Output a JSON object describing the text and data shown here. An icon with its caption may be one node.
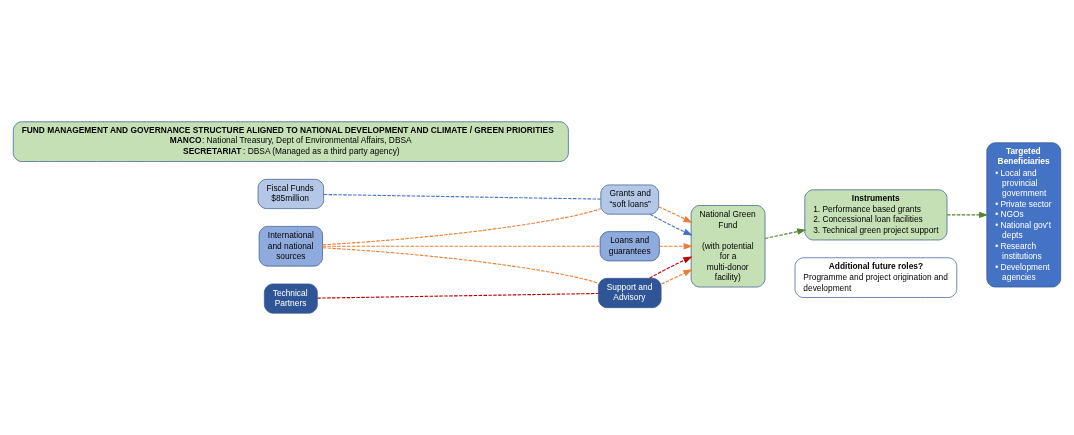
{
  "diagram": {
    "nodes": [
      {
        "text": [
          "FUND MANAGEMENT AND GOVERNANCE STRUCTURE ALIGNED TO NATIONAL DEVELOPMENT AND CLIMATE / GREEN PRIORITIES",
          "**MANCO**: National Treasury, Dept of Environmental Affairs, DBSA",
          "**SECRETARIAT**: DBSA (Managed as a third party agency)"
        ]
      },
      {
        "text": [
          "Fiscal Funds $85million"
        ]
      },
      {
        "text": [
          "Grants and “soft loans”"
        ]
      },
      {
        "text": [
          "International and national sources"
        ]
      },
      {
        "text": [
          "Loans and guarantees"
        ]
      },
      {
        "text": [
          "Technical Partners"
        ]
      },
      {
        "text": [
          "Support and Advisory"
        ]
      },
      {
        "text": [
          "National Green Fund",
          "(with potential for a multi-donor facility)"
        ]
      },
      {
        "text": [
          "Instruments",
          "1. Performance based grants",
          "2. Concessional loan facilities",
          "3. Technical green project support"
        ]
      },
      {
        "text": [
          "Additional future roles?",
          "Programme and project origination and development"
        ]
      },
      {
        "text": [
          "Targeted Beneficiaries",
          "• Local and provincial government",
          "• Private sector",
          "• NGOs",
          "• National gov’t depts",
          "• Research institutions",
          "• Development agencies"
        ]
      }
    ],
    "edges": [
      {
        "from": 1,
        "to": 2,
        "arrow": "none",
        "style": "dashed",
        "color": "#4472c4"
      },
      {
        "from": 2,
        "to": 7,
        "arrow": "to",
        "style": "dashed",
        "color": "#4472c4"
      },
      {
        "from": 3,
        "to": 2,
        "arrow": "none",
        "style": "dashed"
      },
      {
        "from": 3,
        "to": 4,
        "arrow": "none",
        "style": "dashed"
      },
      {
        "from": 3,
        "to": 6,
        "arrow": "none",
        "style": "dashed"
      },
      {
        "from": 2,
        "to": 7,
        "arrow": "to",
        "style": "dashed"
      },
      {
        "from": 4,
        "to": 7,
        "arrow": "to",
        "style": "dashed"
      },
      {
        "from": 6,
        "to": 7,
        "arrow": "to",
        "style": "dashed"
      },
      {
        "from": 5,
        "to": 6,
        "arrow": "none",
        "style": "dashed",
        "color": "#c00000"
      },
      {
        "from": 6,
        "to": 7,
        "arrow": "to",
        "style": "dashed",
        "color": "#c00000"
      },
      {
        "from": 7,
        "to": 8,
        "arrow": "to",
        "style": "dashed",
        "color": "#548235"
      },
      {
        "from": 8,
        "to": 10,
        "arrow": "to",
        "style": "dashed",
        "color": "#548235"
      }
    ]
  }
}
